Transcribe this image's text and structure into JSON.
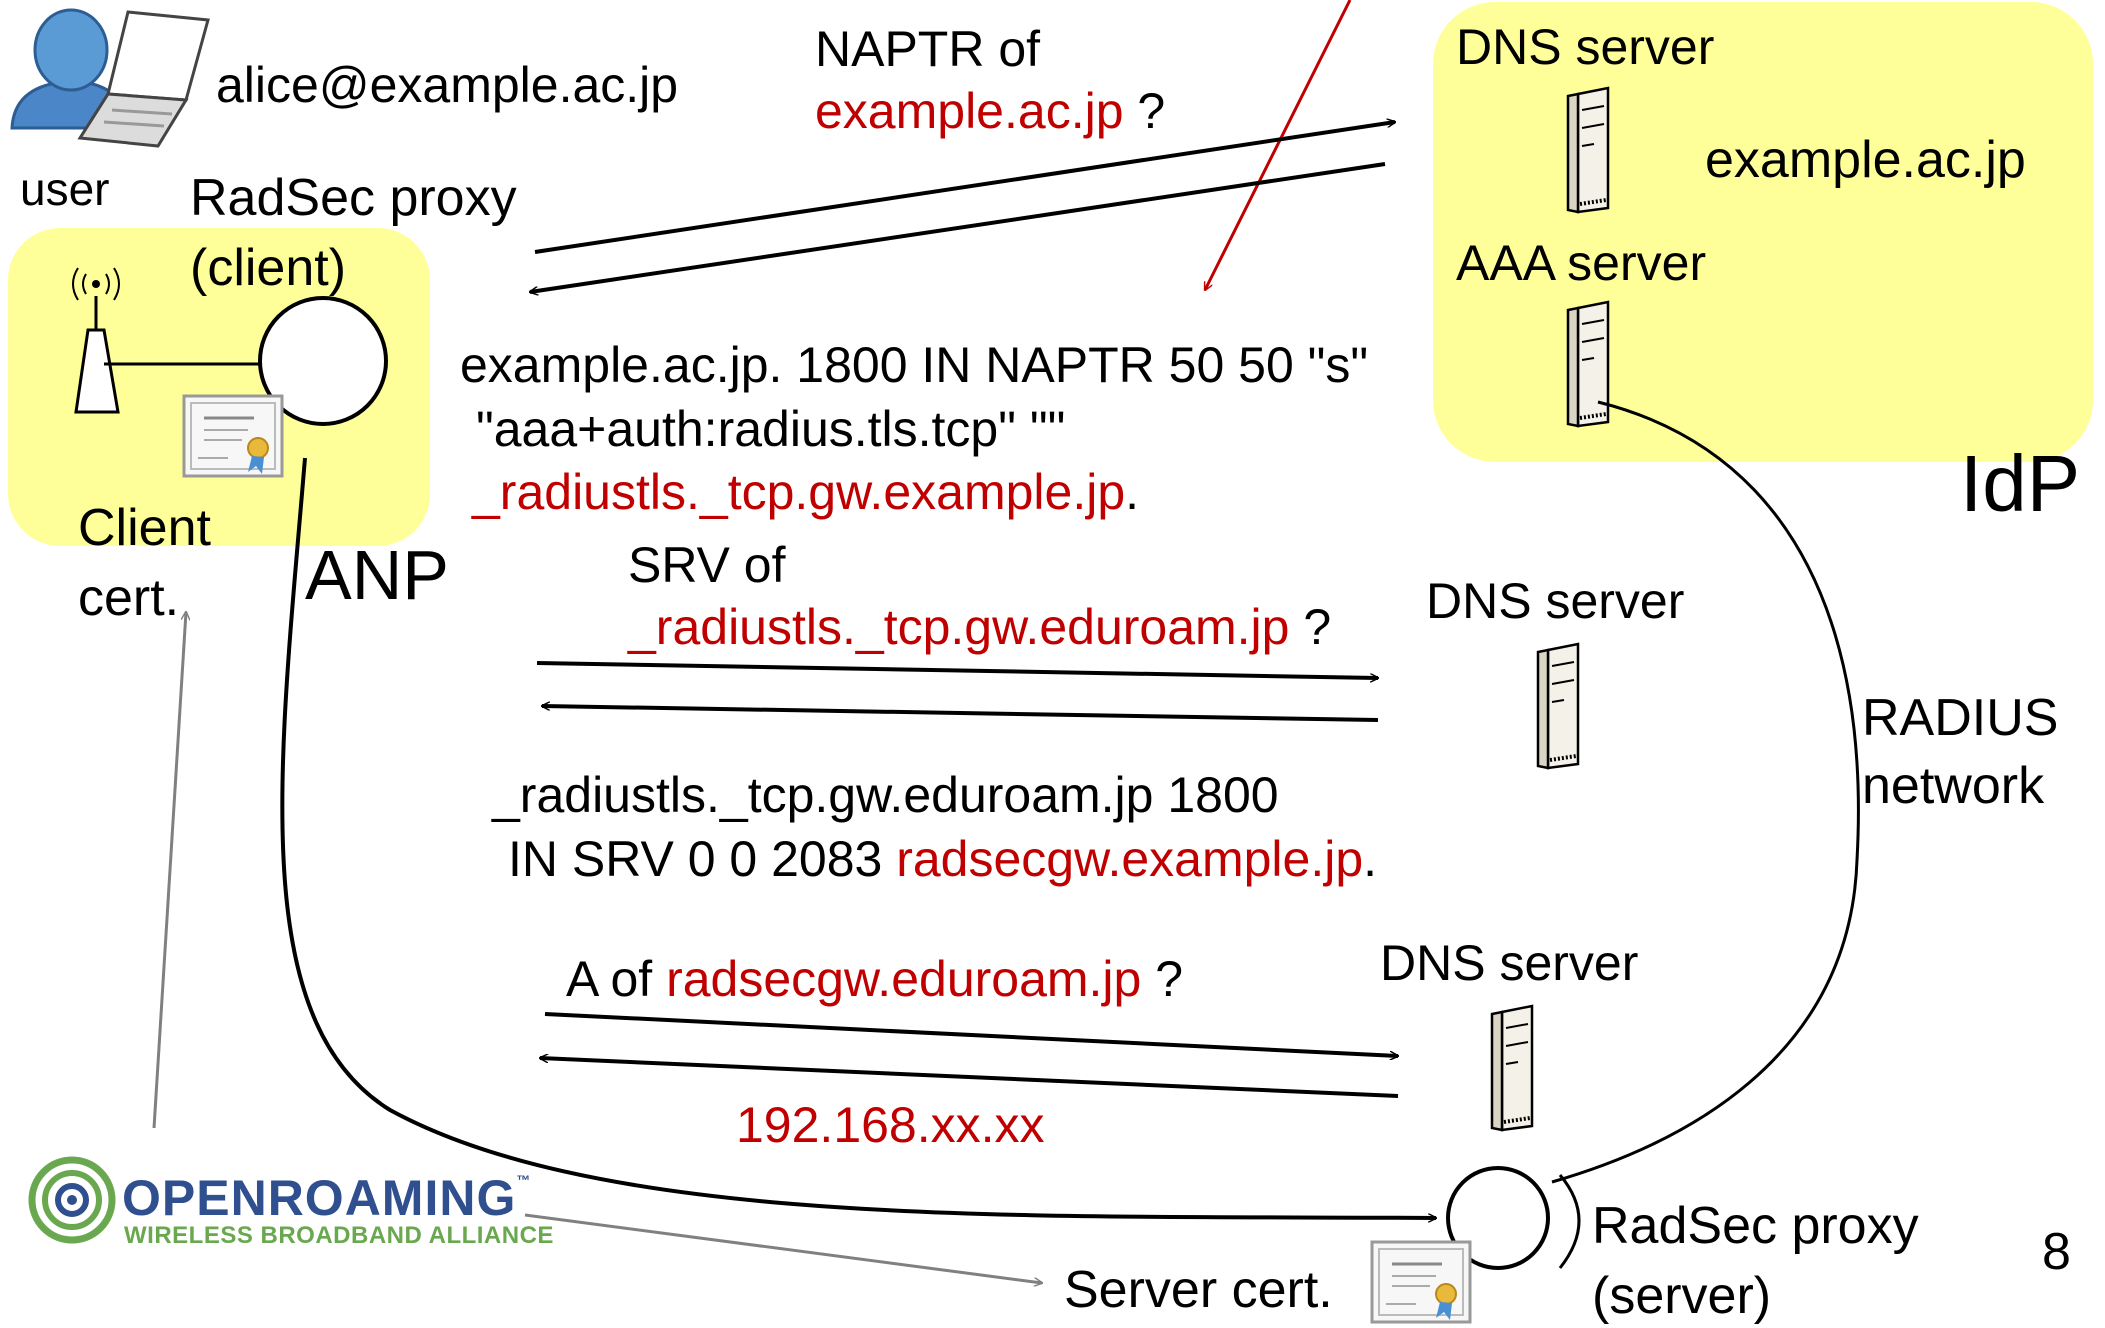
{
  "user": {
    "email": "alice@example.ac.jp",
    "label": "user"
  },
  "anp": {
    "proxy_title": "RadSec proxy",
    "proxy_sub": "(client)",
    "client_cert_1": "Client",
    "client_cert_2": "cert.",
    "label": "ANP"
  },
  "idp": {
    "dns_label": "DNS server",
    "domain": "example.ac.jp",
    "aaa_label": "AAA server",
    "label": "IdP"
  },
  "naptr_query": {
    "line1": "NAPTR of",
    "domain": "example.ac.jp",
    "q": " ?"
  },
  "naptr_answer": {
    "line1": "example.ac.jp. 1800 IN NAPTR 50 50 \"s\"",
    "line2": "\"aaa+auth:radius.tls.tcp\" \"\"",
    "line3": "_radiustls._tcp.gw.example.jp",
    "line3_end": "."
  },
  "srv_query": {
    "line1": "SRV of",
    "domain": "_radiustls._tcp.gw.eduroam.jp",
    "q": " ?"
  },
  "dns2_label": "DNS server",
  "srv_answer": {
    "line1": "_radiustls._tcp.gw.eduroam.jp 1800",
    "line2": "IN SRV 0 0 2083 ",
    "host": "radsecgw.example.jp",
    "end": "."
  },
  "radius_network": {
    "line1": "RADIUS",
    "line2": "network"
  },
  "a_query": {
    "prefix": "A of ",
    "domain": "radsecgw.eduroam.jp",
    "q": " ?"
  },
  "dns3_label": "DNS server",
  "a_answer": "192.168.xx.xx",
  "logo": {
    "word": "OPENROAMING",
    "tm": "™",
    "sub": "WIRELESS BROADBAND ALLIANCE"
  },
  "server_proxy": {
    "line1": "RadSec proxy",
    "line2": "(server)",
    "cert": "Server cert."
  },
  "page_number": "8",
  "colors": {
    "highlight_yellow": "#ffff99",
    "accent_red": "#c00000",
    "arrow_gray": "#808080",
    "logo_blue": "#2f4f8f",
    "logo_green": "#6aa84f"
  }
}
